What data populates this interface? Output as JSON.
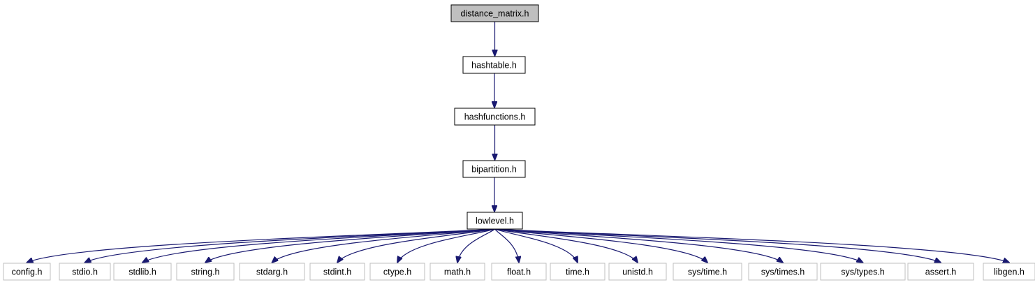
{
  "diagram": {
    "colors": {
      "edge": "#191970",
      "root_fill": "#bfbfbf",
      "root_stroke": "#000000",
      "node_fill": "#ffffff",
      "node_stroke": "#000000",
      "external_stroke": "#bfbfbf"
    },
    "nodes": {
      "distance_matrix": "distance_matrix.h",
      "hashtable": "hashtable.h",
      "hashfunctions": "hashfunctions.h",
      "bipartition": "bipartition.h",
      "lowlevel": "lowlevel.h"
    },
    "external_headers": [
      "config.h",
      "stdio.h",
      "stdlib.h",
      "string.h",
      "stdarg.h",
      "stdint.h",
      "ctype.h",
      "math.h",
      "float.h",
      "time.h",
      "unistd.h",
      "sys/time.h",
      "sys/times.h",
      "sys/types.h",
      "assert.h",
      "libgen.h"
    ],
    "edges": [
      [
        "distance_matrix.h",
        "hashtable.h"
      ],
      [
        "hashtable.h",
        "hashfunctions.h"
      ],
      [
        "hashfunctions.h",
        "bipartition.h"
      ],
      [
        "bipartition.h",
        "lowlevel.h"
      ]
    ]
  }
}
